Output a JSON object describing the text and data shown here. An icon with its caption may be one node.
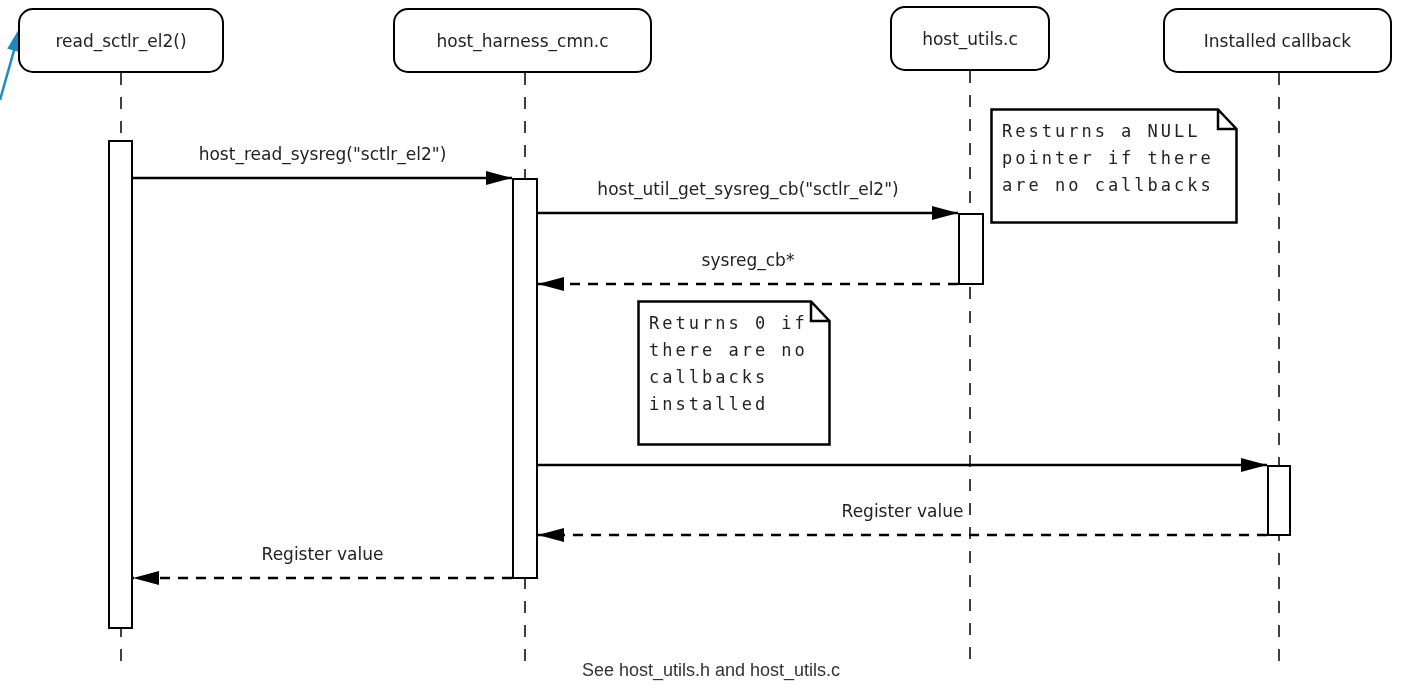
{
  "diagram": {
    "caption": "See host_utils.h and host_utils.c",
    "nodes": [
      {
        "text": [
          "read_sctlr_el2()"
        ]
      },
      {
        "text": [
          "host_harness_cmn.c"
        ]
      },
      {
        "text": [
          "host_utils.c"
        ]
      },
      {
        "text": [
          "Installed callback"
        ]
      },
      {
        "text": [],
        "shape": "bar"
      },
      {
        "text": [],
        "shape": "bar"
      },
      {
        "text": [],
        "shape": "bar"
      },
      {
        "text": [],
        "shape": "bar"
      },
      {
        "text": [
          "Resturns a NULL pointer if there are no callbacks"
        ]
      },
      {
        "text": [
          "Returns 0 if there are no callbacks installed"
        ]
      }
    ],
    "edges": [
      {
        "from": 4,
        "to": 5,
        "arrow": "to",
        "label": "host_read_sysreg(\"sctlr_el2\")"
      },
      {
        "from": 5,
        "to": 6,
        "arrow": "to",
        "label": "host_util_get_sysreg_cb(\"sctlr_el2\")"
      },
      {
        "from": 6,
        "to": 5,
        "arrow": "to",
        "label": "sysreg_cb*",
        "style": "dashed"
      },
      {
        "from": 5,
        "to": 7,
        "arrow": "to"
      },
      {
        "from": 7,
        "to": 5,
        "arrow": "to",
        "label": "Register value",
        "style": "dashed"
      },
      {
        "from": 5,
        "to": 4,
        "arrow": "to",
        "label": "Register value",
        "style": "dashed"
      },
      {
        "from": null,
        "to": 0,
        "arrow": "to",
        "color": "#1a8bbf"
      }
    ]
  }
}
